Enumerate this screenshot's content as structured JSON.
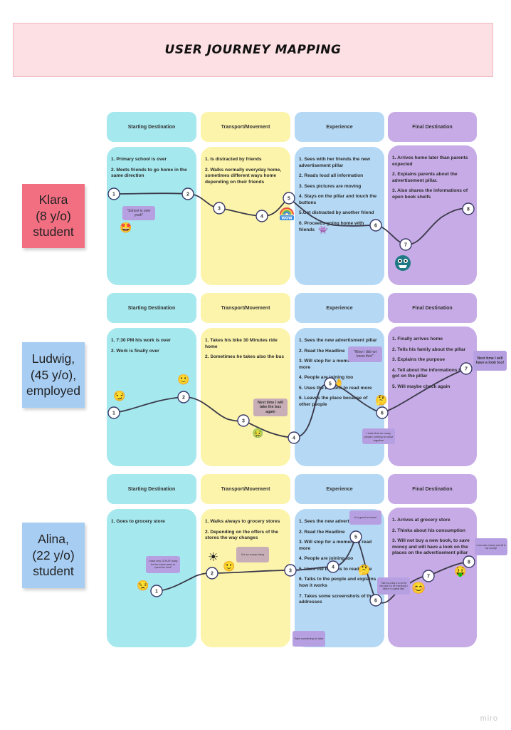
{
  "title": "USER JOURNEY MAPPING",
  "columns": [
    "Starting Destination",
    "Transport/Movement",
    "Experience",
    "Final Destination"
  ],
  "personas": [
    {
      "label": "Klara\n(8 y/o)\nstudent",
      "steps": {
        "start": [
          "1. Primary school is over",
          "2. Meets friends to go home in the same direction"
        ],
        "transport": [
          "1. Is distracted by friends",
          "2. Walks normally everyday home, sometimes different ways home depending on their friends"
        ],
        "experience": [
          "1. Sees with her friends the new advertisement pillar",
          "2. Reads loud all information",
          "3. Sees pictures are moving",
          "4. Stays on the pillar and touch the buttons",
          "5.Get distracted by another friend",
          "6. Proceeds going home with friends"
        ],
        "final": [
          "1. Arrives home later than parents expected",
          "2. Explains parents about the advertisement pillar.",
          "3. Also shares the informations of open book shelfs"
        ]
      },
      "bubbles": [
        "\"School is over yeah\""
      ],
      "emojis": [
        "star-struck",
        "rainbow-wow",
        "ghost",
        "monster"
      ]
    },
    {
      "label": "Ludwig,\n(45 y/o),\nemployed",
      "steps": {
        "start": [
          "1. 7:30 PM his work is over",
          "2. Work is finally over"
        ],
        "transport": [
          "1. Takes his bike 30 Minutes ride home",
          "2. Sometimes he takes also the bus"
        ],
        "experience": [
          "1. Sees the new advertisment pillar",
          "2. Read the Headline",
          "3. Will stop for a moment to read more",
          "4. People are joining too",
          "5. Uses the buttons to read more",
          "6. Leaves the place because of other people"
        ],
        "final": [
          "1. Finally arrives home",
          "2. Tells his family about the pillar",
          "3. Explains the purpose",
          "4. Tell about the informations he got on the pillar",
          "5. Will maybe check again"
        ]
      },
      "bubbles": [
        "\"Wow I did not know this!\"",
        "Next time I will take the bus again",
        "I hate that so many people coming to close together",
        "Next time I will have a look too!"
      ],
      "emojis": [
        "smirk",
        "smile",
        "thinking",
        "sick"
      ]
    },
    {
      "label": "Alina,\n(22 y/o)\nstudent",
      "steps": {
        "start": [
          "1. Goes to grocery store"
        ],
        "transport": [
          "1. Walks always to grocery stores",
          "2. Depending on the offers of the stores the way changes"
        ],
        "experience": [
          "1. Sees the new advertisement pillar",
          "2. Read the Headline",
          "3. Will stop for a moment to read more",
          "4. People are joining too",
          "5. Uses the buttons to read more",
          "6. Talks to the people and explains how it works",
          "7. Takes some screenshots of the addresses"
        ],
        "final": [
          "1. Arrives at grocery store",
          "2. Thinks about his consumption",
          "3. Will not buy a new book, to save money and will have a look on the places on the advertisement pillar"
        ]
      },
      "bubbles": [
        "I have only 15 EUR today for the whole week to spend for food!",
        "It is so sunny today",
        "It is great to know!",
        "That's so easy, it is so the nice and it is for everybody I think it is a great idea",
        "I can save money and all in my money!",
        "Save something for later"
      ],
      "emojis": [
        "unamused",
        "sun",
        "smile",
        "thinking",
        "blush",
        "money-face"
      ]
    }
  ],
  "watermark": "miro"
}
